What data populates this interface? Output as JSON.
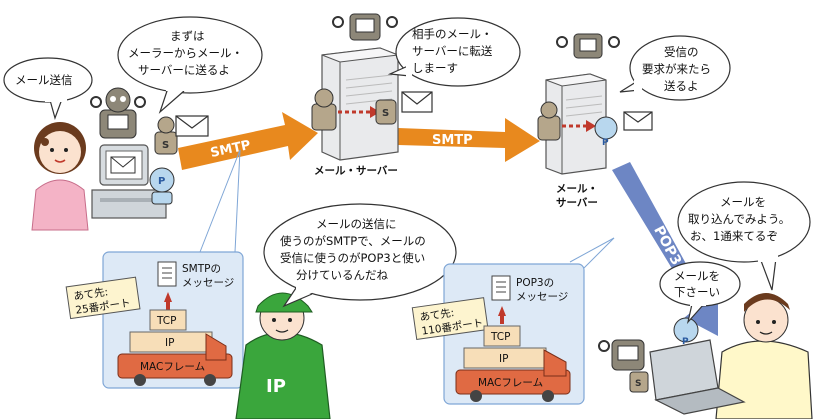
{
  "bubbles": {
    "send_mail": "メール送信",
    "first": [
      "まずは",
      "メーラーからメール・",
      "サーバーに送るよ"
    ],
    "forward": [
      "相手のメール・",
      "サーバーに転送",
      "しまーす"
    ],
    "request": [
      "受信の",
      "要求が来たら",
      "送るよ"
    ],
    "ip_explain": [
      "メールの送信に",
      "使うのがSMTPで、メールの",
      "受信に使うのがPOP3と使い",
      "分けているんだね"
    ],
    "fetch": [
      "メールを",
      "取り込んでみよう。",
      "お、1通来てるぞ"
    ],
    "please": [
      "メールを",
      "下さーい"
    ]
  },
  "protocols": {
    "smtp1": "SMTP",
    "smtp2": "SMTP",
    "pop3": "POP3"
  },
  "servers": {
    "server1": "メール・サーバー",
    "server2": [
      "メール・",
      "サーバー"
    ]
  },
  "left_box": {
    "message": [
      "SMTPの",
      "メッセージ"
    ],
    "address": [
      "あて先:",
      "25番ポート"
    ],
    "tcp": "TCP",
    "ip": "IP",
    "mac": "MACフレーム"
  },
  "right_box": {
    "message": [
      "POP3の",
      "メッセージ"
    ],
    "address": [
      "あて先:",
      "110番ポート"
    ],
    "tcp": "TCP",
    "ip": "IP",
    "mac": "MACフレーム"
  },
  "badges": {
    "s": "S",
    "p": "P",
    "ip_shirt": "IP"
  },
  "colors": {
    "arrow_orange": "#e8891e",
    "arrow_blue": "#6d86c4",
    "box_bg": "#dde9f6",
    "box_border": "#7fa6d6",
    "truck_red": "#e06a43",
    "ip_green": "#3aa63c"
  }
}
